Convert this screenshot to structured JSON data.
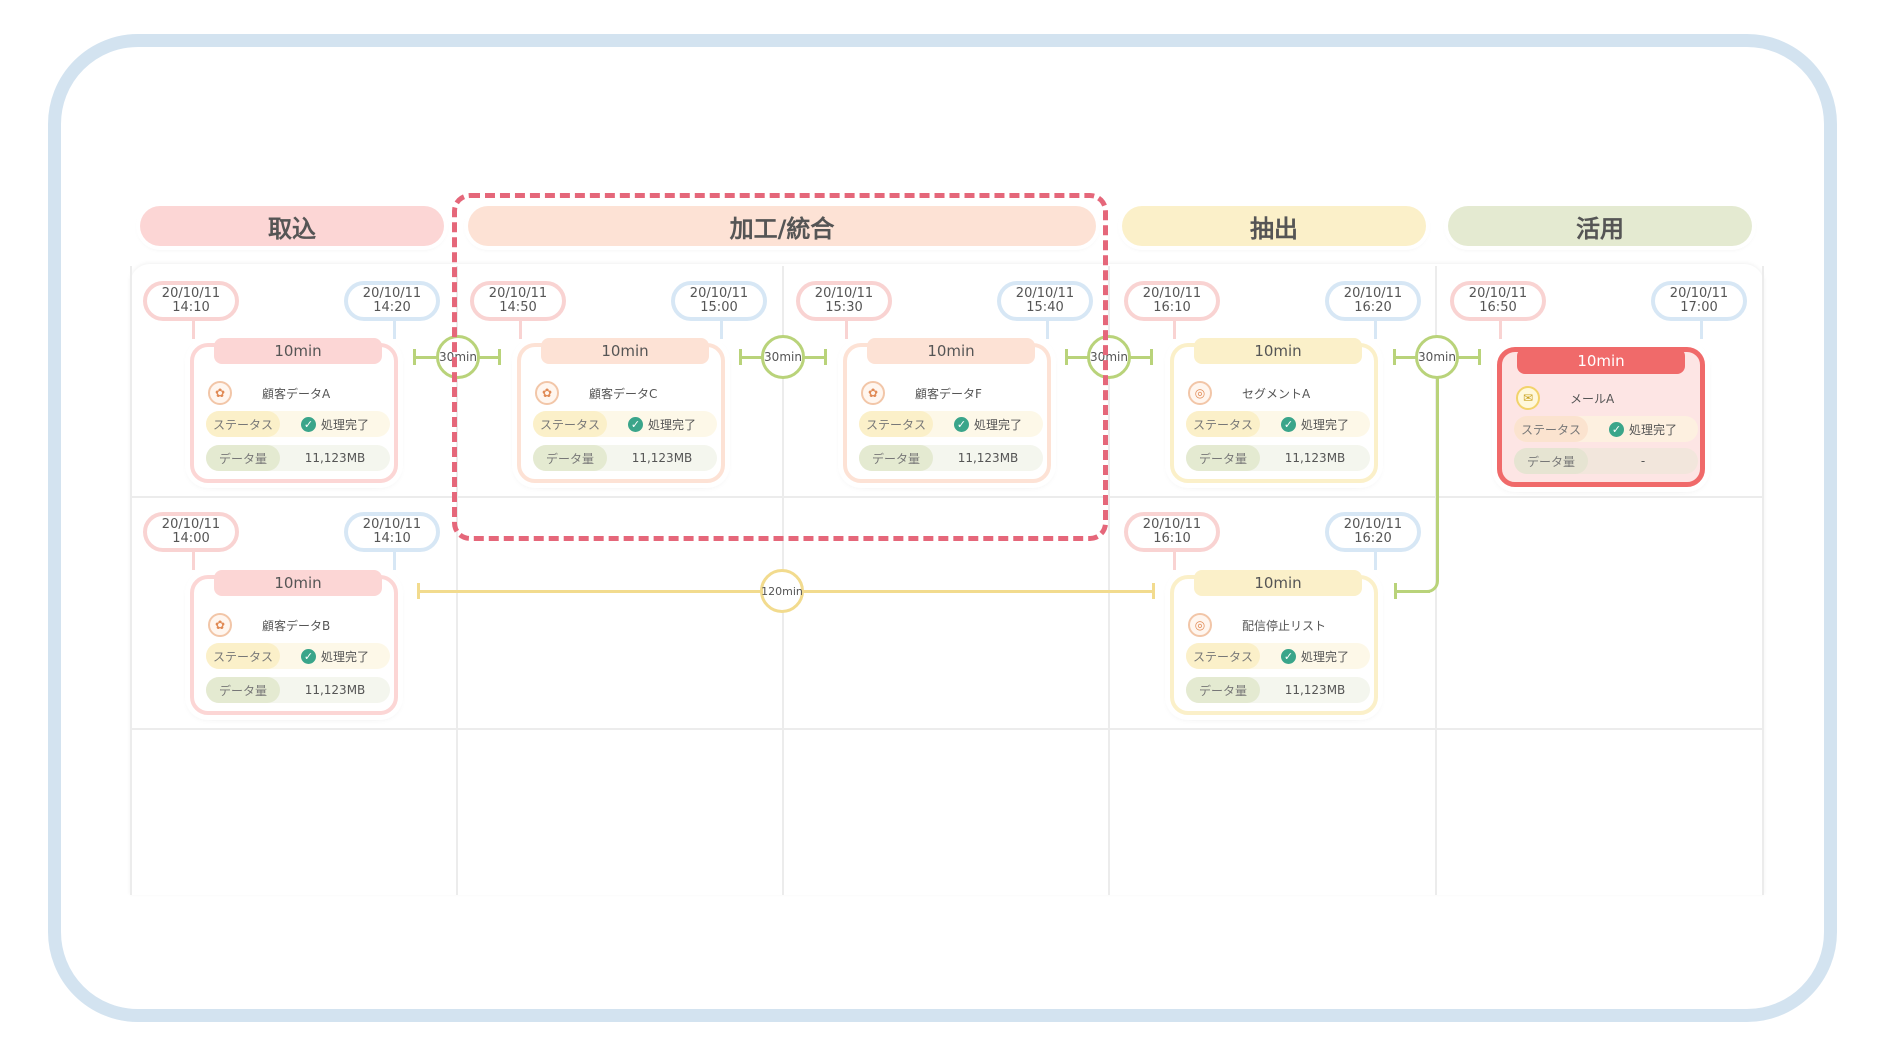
{
  "stages": [
    {
      "label": "取込",
      "color": "#fcd6d5"
    },
    {
      "label": "加工/統合",
      "color": "#fde2d5"
    },
    {
      "label": "抽出",
      "color": "#fbf0c9"
    },
    {
      "label": "活用",
      "color": "#e4ead1"
    }
  ],
  "times": {
    "a_start": [
      "20/10/11",
      "14:10"
    ],
    "a_end": [
      "20/10/11",
      "14:20"
    ],
    "c_start": [
      "20/10/11",
      "14:50"
    ],
    "c_end": [
      "20/10/11",
      "15:00"
    ],
    "f_start": [
      "20/10/11",
      "15:30"
    ],
    "f_end": [
      "20/10/11",
      "15:40"
    ],
    "seg_start": [
      "20/10/11",
      "16:10"
    ],
    "seg_end": [
      "20/10/11",
      "16:20"
    ],
    "mail_start": [
      "20/10/11",
      "16:50"
    ],
    "mail_end": [
      "20/10/11",
      "17:00"
    ],
    "b_start": [
      "20/10/11",
      "14:00"
    ],
    "b_end": [
      "20/10/11",
      "14:10"
    ],
    "stop_start": [
      "20/10/11",
      "16:10"
    ],
    "stop_end": [
      "20/10/11",
      "16:20"
    ]
  },
  "labels": {
    "status": "ステータス",
    "data_amount": "データ量",
    "done": "処理完了"
  },
  "cards": {
    "a": {
      "duration": "10min",
      "name": "顧客データA",
      "size": "11,123MB"
    },
    "c": {
      "duration": "10min",
      "name": "顧客データC",
      "size": "11,123MB"
    },
    "f": {
      "duration": "10min",
      "name": "顧客データF",
      "size": "11,123MB"
    },
    "seg": {
      "duration": "10min",
      "name": "セグメントA",
      "size": "11,123MB"
    },
    "mail": {
      "duration": "10min",
      "name": "メールA",
      "size": "-"
    },
    "b": {
      "duration": "10min",
      "name": "顧客データB",
      "size": "11,123MB"
    },
    "stop": {
      "duration": "10min",
      "name": "配信停止リスト",
      "size": "11,123MB"
    }
  },
  "connectors": {
    "c1": "30min",
    "c2": "30min",
    "c3": "30min",
    "c4": "30min",
    "c5": "120min"
  },
  "colors": {
    "pink": "#fcd6d5",
    "peach": "#fde2d5",
    "cream": "#fbf0c9",
    "sage": "#e4ead1",
    "green_line": "#b9d37a",
    "yellow_line": "#f2db8e",
    "highlight_dash": "#e5677a",
    "alert_red": "#f06a6a"
  }
}
